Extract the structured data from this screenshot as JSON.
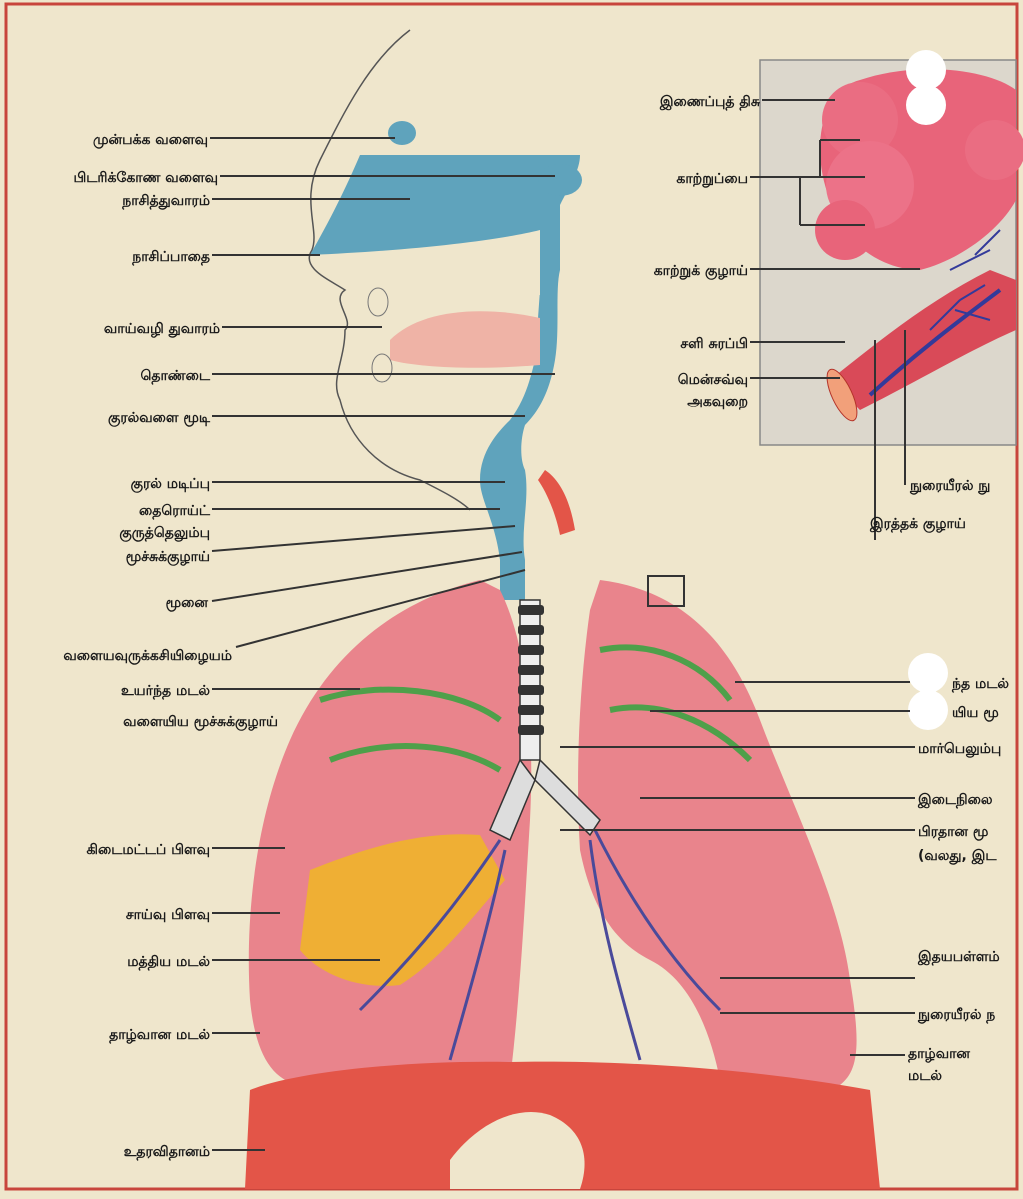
{
  "labels": {
    "frontal_sinus": "முன்பக்க வளைவு",
    "sphenoid_sinus": "பிடரிக்கோண வளைவு",
    "nasal_cavity": "நாசித்துவாரம்",
    "nasal_passage": "நாசிப்பாதை",
    "oral_cavity": "வாய்வழி துவாரம்",
    "pharynx": "தொண்டை",
    "epiglottis": "குரல்வளை மூடி",
    "vocal_fold": "குரல் மடிப்பு",
    "thyroid_cartilage_1": "தைரொய்ட்",
    "thyroid_cartilage_2": "குருத்தெலும்பு",
    "trachea": "மூச்சுக்குழாய்",
    "apex": "மூனை",
    "cricoid_cartilage": "வளையவுருக்கசியிழையம்",
    "upper_lobe_left": "உயர்ந்த மடல்",
    "bronchiole_left": "வளையிய மூச்சுக்குழாய்",
    "horizontal_fissure": "கிடைமட்டப் பிளவு",
    "oblique_fissure": "சாய்வு பிளவு",
    "middle_lobe": "மத்திய மடல்",
    "lower_lobe_left": "தாழ்வான மடல்",
    "diaphragm": "உதரவிதானம்",
    "connective_tissue": "இணைப்புத் திசு",
    "alveoli": "காற்றுப்பை",
    "air_tube": "காற்றுக் குழாய்",
    "mucus_gland": "சளி சுரப்பி",
    "membrane_1": "மென்சவ்வு",
    "membrane_2": "அகவுறை",
    "pulmonary_vessel": "நுரையீரல் நு",
    "blood_vessel": "இரத்தக் குழாய்",
    "upper_lobe_right": "ந்த மடல்",
    "bronchiole_right": "யிய மூ",
    "sternum": "மார்பெலும்பு",
    "mediastinum": "இடைநிலை",
    "main_bronchus_1": "பிரதான மூ",
    "main_bronchus_2": "(வலது, இட",
    "cardiac_notch": "இதயபள்ளம்",
    "pulmonary_right": "நுரையீரல் ந",
    "lower_lobe_right_1": "தாழ்வான",
    "lower_lobe_right_2": "மடல்"
  }
}
